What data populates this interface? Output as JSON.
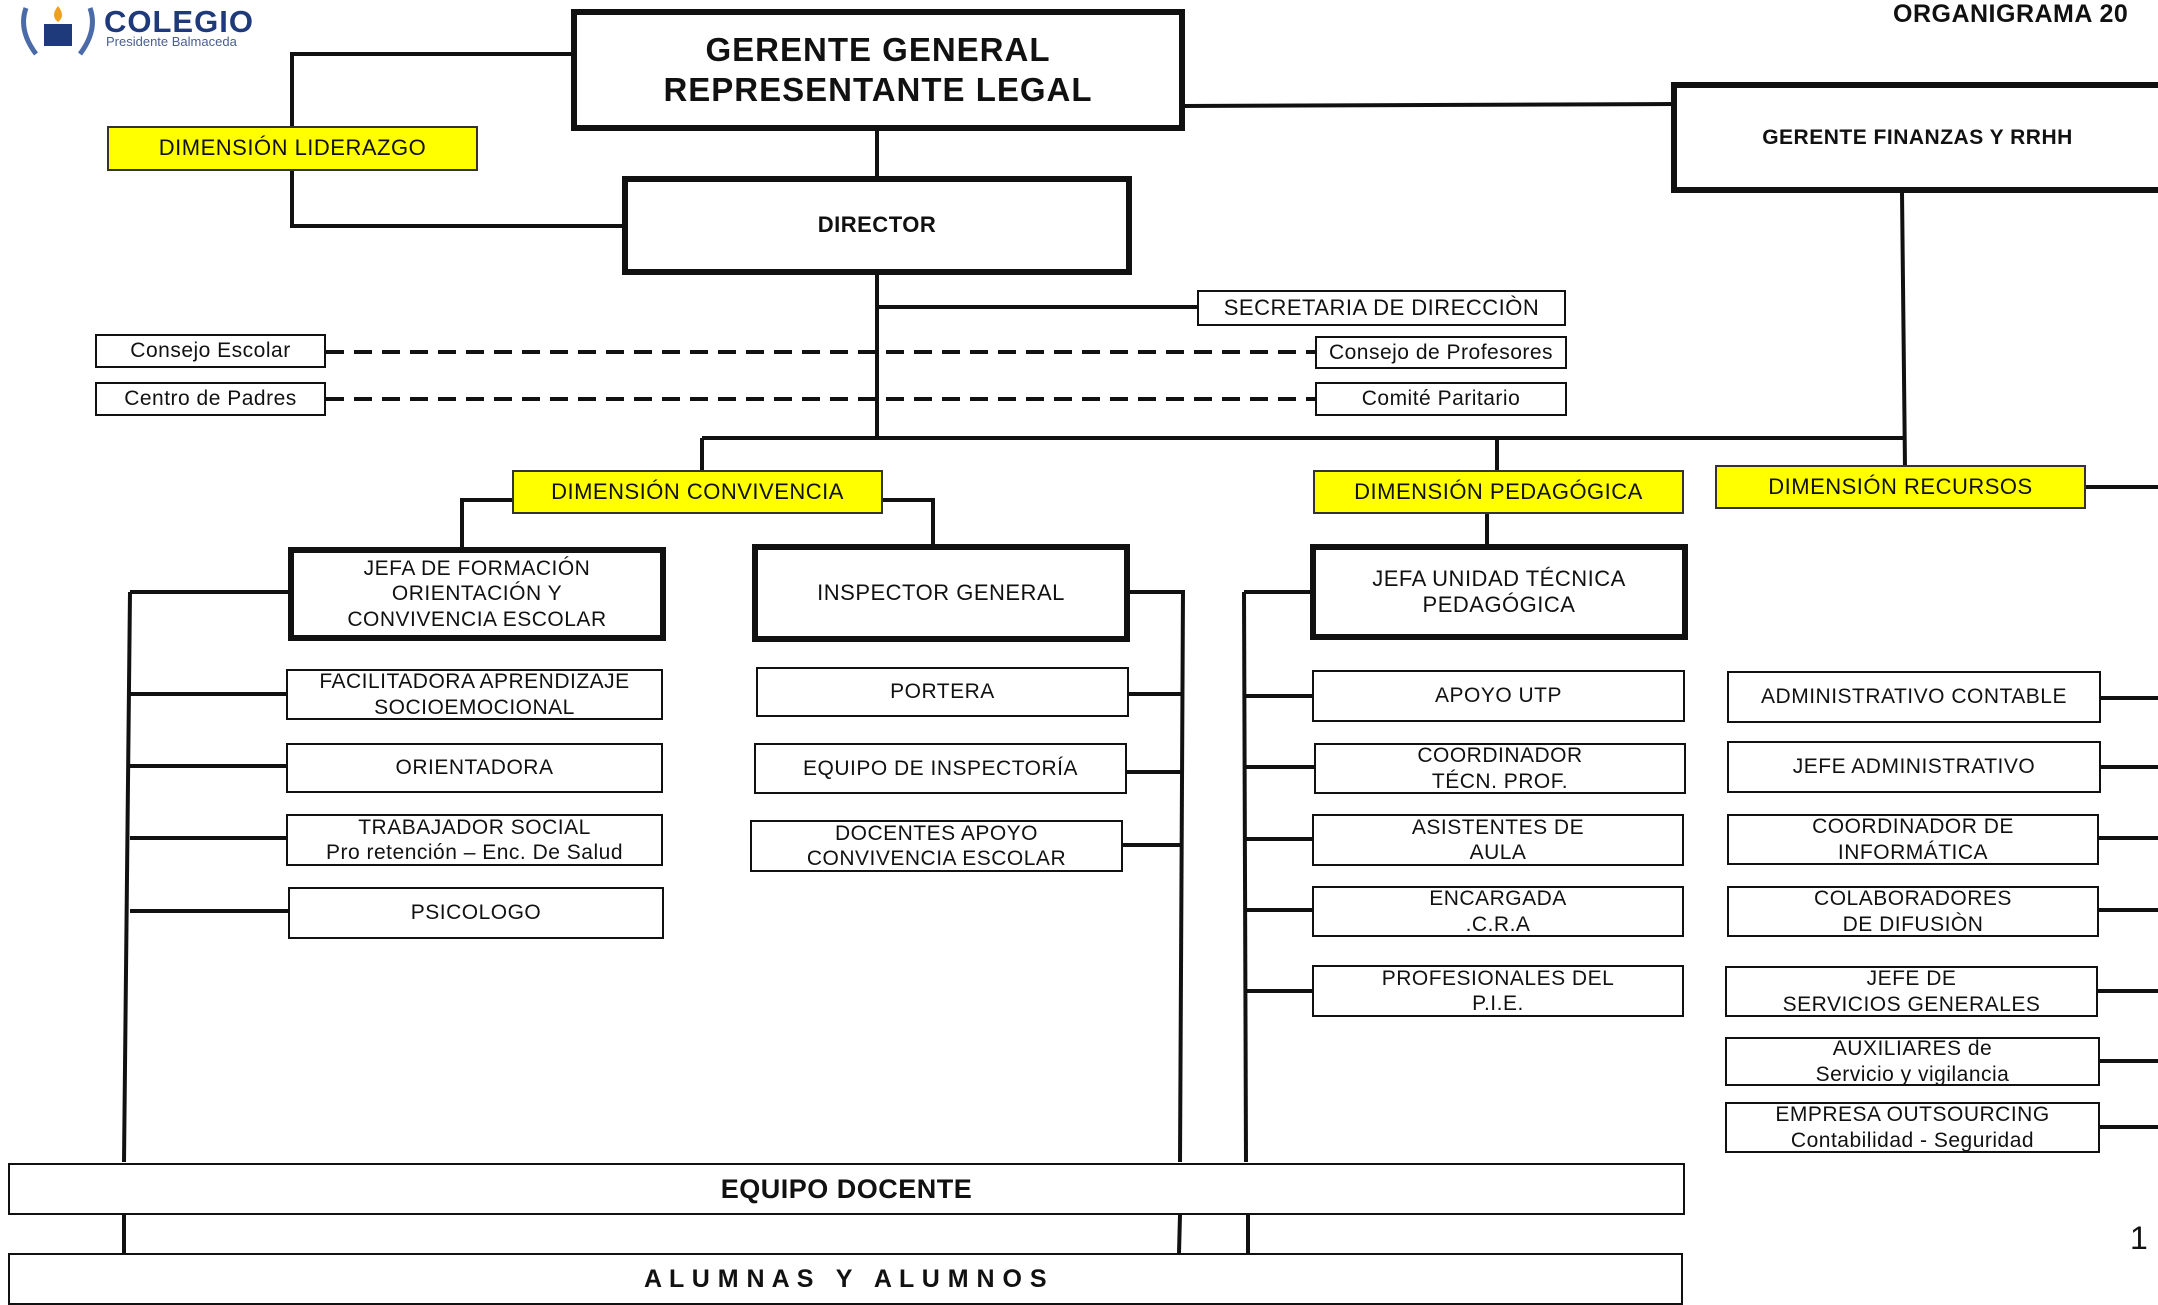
{
  "header": {
    "logo_title": "COLEGIO",
    "logo_subtitle": "Presidente Balmaceda",
    "document_title": "ORGANIGRAMA 20",
    "page_number": "1"
  },
  "colors": {
    "dimension_fill": "#ffff00",
    "lines": "#111111",
    "logo": "#1f3a7a"
  },
  "top": {
    "gerente_general": "GERENTE GENERAL\nREPRESENTANTE LEGAL",
    "gerente_finanzas": "GERENTE FINANZAS  Y RRHH",
    "dimension_liderazgo": "DIMENSIÓN LIDERAZGO",
    "director": "DIRECTOR",
    "secretaria": "SECRETARIA DE DIRECCIÒN",
    "consejo_escolar": "Consejo Escolar",
    "centro_padres": "Centro de Padres",
    "consejo_profesores": "Consejo de Profesores",
    "comite_paritario": "Comité Paritario"
  },
  "dimensions": {
    "convivencia": "DIMENSIÓN  CONVIVENCIA",
    "pedagogica": "DIMENSIÓN  PEDAGÓGICA",
    "recursos": "DIMENSIÓN  RECURSOS"
  },
  "convivencia": {
    "jefa": "JEFA DE FORMACIÓN\nORIENTACIÓN  Y\nCONVIVENCIA ESCOLAR",
    "items": [
      "FACILITADORA APRENDIZAJE\nSOCIOEMOCIONAL",
      "ORIENTADORA",
      "TRABAJADOR  SOCIAL\nPro retención – Enc. De Salud",
      "PSICOLOGO"
    ],
    "inspector": "INSPECTOR  GENERAL",
    "inspector_items": [
      "PORTERA",
      "EQUIPO  DE  INSPECTORÍA",
      "DOCENTES  APOYO\nCONVIVENCIA  ESCOLAR"
    ]
  },
  "pedagogica": {
    "jefa": "JEFA  UNIDAD  TÉCNICA\nPEDAGÓGICA",
    "items": [
      "APOYO  UTP",
      "COORDINADOR\nTÉCN.  PROF.",
      "ASISTENTES  DE\nAULA",
      "ENCARGADA\n.C.R.A",
      "PROFESIONALES  DEL\nP.I.E."
    ]
  },
  "recursos": {
    "items": [
      "ADMINISTRATIVO  CONTABLE",
      "JEFE  ADMINISTRATIVO",
      "COORDINADOR  DE\nINFORMÁTICA",
      "COLABORADORES\nDE DIFUSIÒN",
      "JEFE DE\nSERVICIOS GENERALES",
      "AUXILIARES  de\nServicio y vigilancia",
      "EMPRESA  OUTSOURCING\nContabilidad  - Seguridad"
    ]
  },
  "bottom": {
    "equipo_docente": "EQUIPO DOCENTE",
    "alumnos": "A L U M N A S   Y   A L U M N O S"
  }
}
